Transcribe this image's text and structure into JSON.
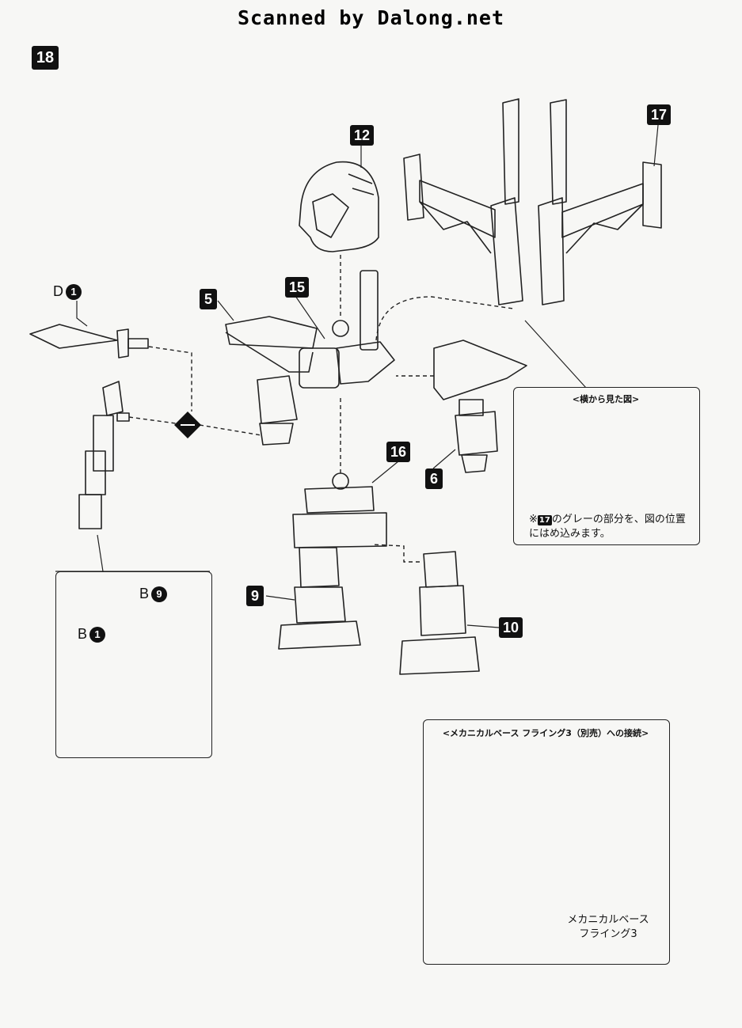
{
  "header": {
    "scan_credit": "Scanned by Dalong.net"
  },
  "step": {
    "number": "18"
  },
  "parts": {
    "p12": "12",
    "p17": "17",
    "p5": "5",
    "p15": "15",
    "p6": "6",
    "p16": "16",
    "p9": "9",
    "p10": "10"
  },
  "weapon_labels": {
    "d_letter": "D",
    "d_num": "1",
    "b9_letter": "B",
    "b9_num": "9",
    "b1_letter": "B",
    "b1_num": "1"
  },
  "side_view": {
    "title": "<横から見た図>",
    "note_mark": "※",
    "note_part": "17",
    "note_text": "のグレーの部分を、図の位置にはめ込みます。"
  },
  "base_connection": {
    "title": "<メカニカルベース フライング3（別売）への接続>",
    "caption_line1": "メカニカルベース",
    "caption_line2": "フライング3"
  }
}
